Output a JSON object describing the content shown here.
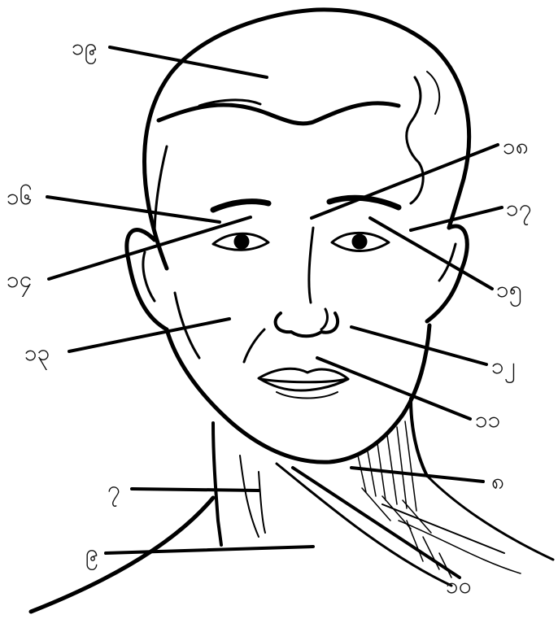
{
  "diagram": {
    "labels": [
      {
        "id": "l19",
        "text": "၁၉"
      },
      {
        "id": "l18",
        "text": "၁၈"
      },
      {
        "id": "l16",
        "text": "၁၆"
      },
      {
        "id": "l17",
        "text": "၁၇"
      },
      {
        "id": "l14",
        "text": "၁၄"
      },
      {
        "id": "l15",
        "text": "၁၅"
      },
      {
        "id": "l13",
        "text": "၁၃"
      },
      {
        "id": "l12",
        "text": "၁၂"
      },
      {
        "id": "l11",
        "text": "၁၁"
      },
      {
        "id": "l8",
        "text": "၈"
      },
      {
        "id": "l7",
        "text": "၇"
      },
      {
        "id": "l9",
        "text": "၉"
      },
      {
        "id": "l10",
        "text": "၁၀"
      }
    ]
  }
}
